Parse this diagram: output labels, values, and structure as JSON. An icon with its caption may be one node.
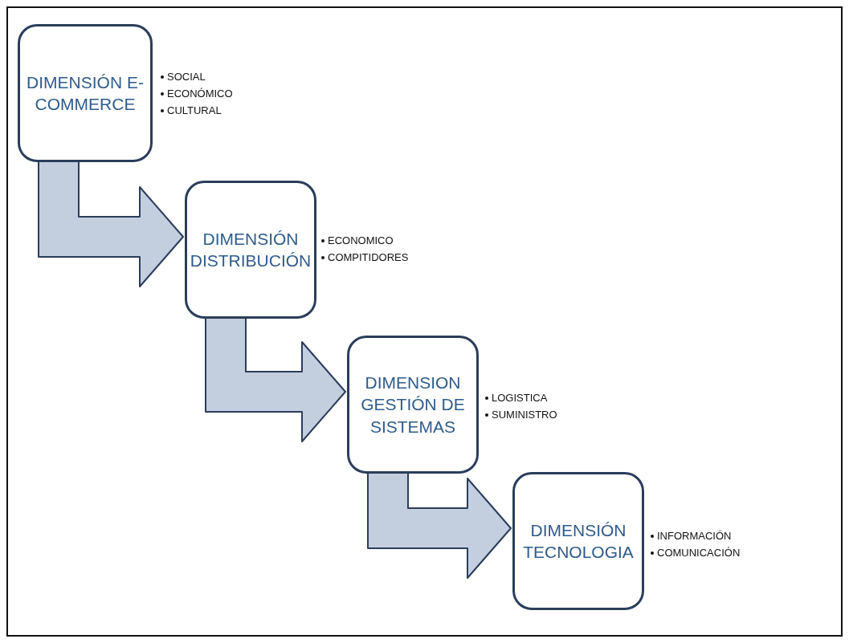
{
  "diagram": {
    "nodes": [
      {
        "text": [
          "DIMENSIÓN E-COMMERCE"
        ],
        "beside": [
          "SOCIAL",
          "ECONÓMICO",
          "CULTURAL"
        ]
      },
      {
        "text": [
          "DIMENSIÓN DISTRIBUCIÓN"
        ],
        "beside": [
          "ECONOMICO",
          "COMPITIDORES"
        ]
      },
      {
        "text": [
          "DIMENSION GESTIÓN DE SISTEMAS"
        ],
        "beside": [
          "LOGISTICA",
          "SUMINISTRO"
        ]
      },
      {
        "text": [
          "DIMENSIÓN TECNOLOGIA"
        ],
        "beside": [
          "INFORMACIÓN",
          "COMUNICACIÓN"
        ]
      }
    ],
    "edges": [
      {
        "from": 0,
        "to": 1,
        "arrow": "to"
      },
      {
        "from": 1,
        "to": 2,
        "arrow": "to"
      },
      {
        "from": 2,
        "to": 3,
        "arrow": "to"
      }
    ]
  }
}
